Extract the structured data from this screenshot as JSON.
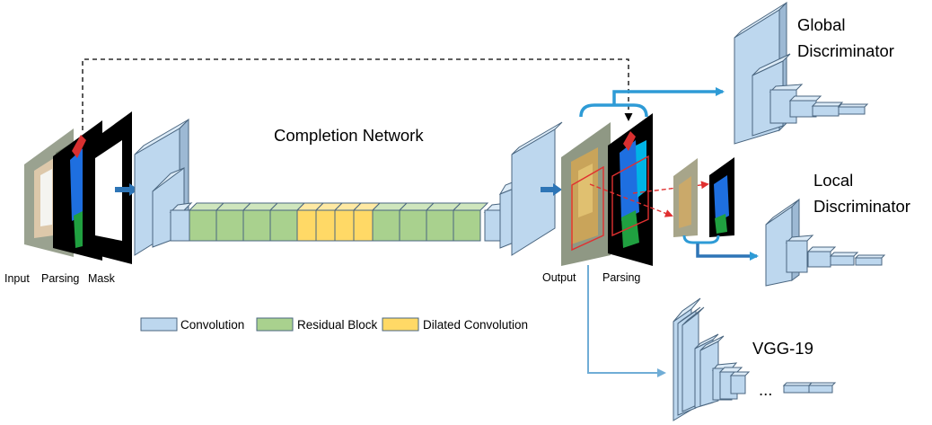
{
  "title": "Completion Network",
  "inputs": {
    "input": "Input",
    "parsing": "Parsing",
    "mask": "Mask"
  },
  "outputs": {
    "output": "Output",
    "parsing": "Parsing"
  },
  "discriminators": {
    "global": [
      "Global",
      "Discriminator"
    ],
    "local": [
      "Local",
      "Discriminator"
    ],
    "vgg": "VGG-19",
    "ellipsis": "..."
  },
  "legend": {
    "convolution": "Convolution",
    "residual": "Residual Block",
    "dilated": "Dilated Convolution"
  },
  "colors": {
    "convolution": "#bdd7ee",
    "residual": "#a9d18e",
    "dilated": "#ffd966",
    "arrow_primary": "#2e75b6",
    "arrow_secondary": "#70add6",
    "crop_box": "#e03030"
  },
  "pipeline": {
    "residual_blocks_before": 4,
    "dilated_blocks": 4,
    "residual_blocks_after": 4
  }
}
